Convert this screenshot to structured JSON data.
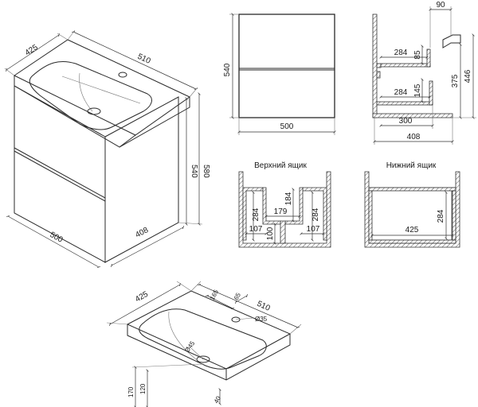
{
  "iso_cabinet": {
    "depth": "425",
    "basin_depth": "510",
    "height_a": "540",
    "height_b": "580",
    "width": "500",
    "body_depth": "408"
  },
  "front_view": {
    "height": "540",
    "width": "500"
  },
  "side_section": {
    "top_gap": "90",
    "upper_inner_width": "284",
    "upper_inner_height": "85",
    "lower_inner_width": "284",
    "lower_inner_height": "145",
    "height_mid": "375",
    "height_total": "446",
    "bottom_inner": "300",
    "depth": "408"
  },
  "upper_drawer": {
    "caption": "Верхний ящик",
    "side_height_left": "284",
    "side_height_right": "284",
    "center_width": "179",
    "center_height": "184",
    "left_width": "107",
    "right_width": "107",
    "center_bottom": "100"
  },
  "lower_drawer": {
    "caption": "Нижний ящик",
    "height": "284",
    "width": "425"
  },
  "iso_basin": {
    "depth": "425",
    "tap_offset": "165",
    "tap_edge": "65",
    "width": "510",
    "tap_hole": "Ø35",
    "drain_hole": "Ø45",
    "height_total": "170",
    "height_bowl": "120",
    "rim": "40"
  }
}
